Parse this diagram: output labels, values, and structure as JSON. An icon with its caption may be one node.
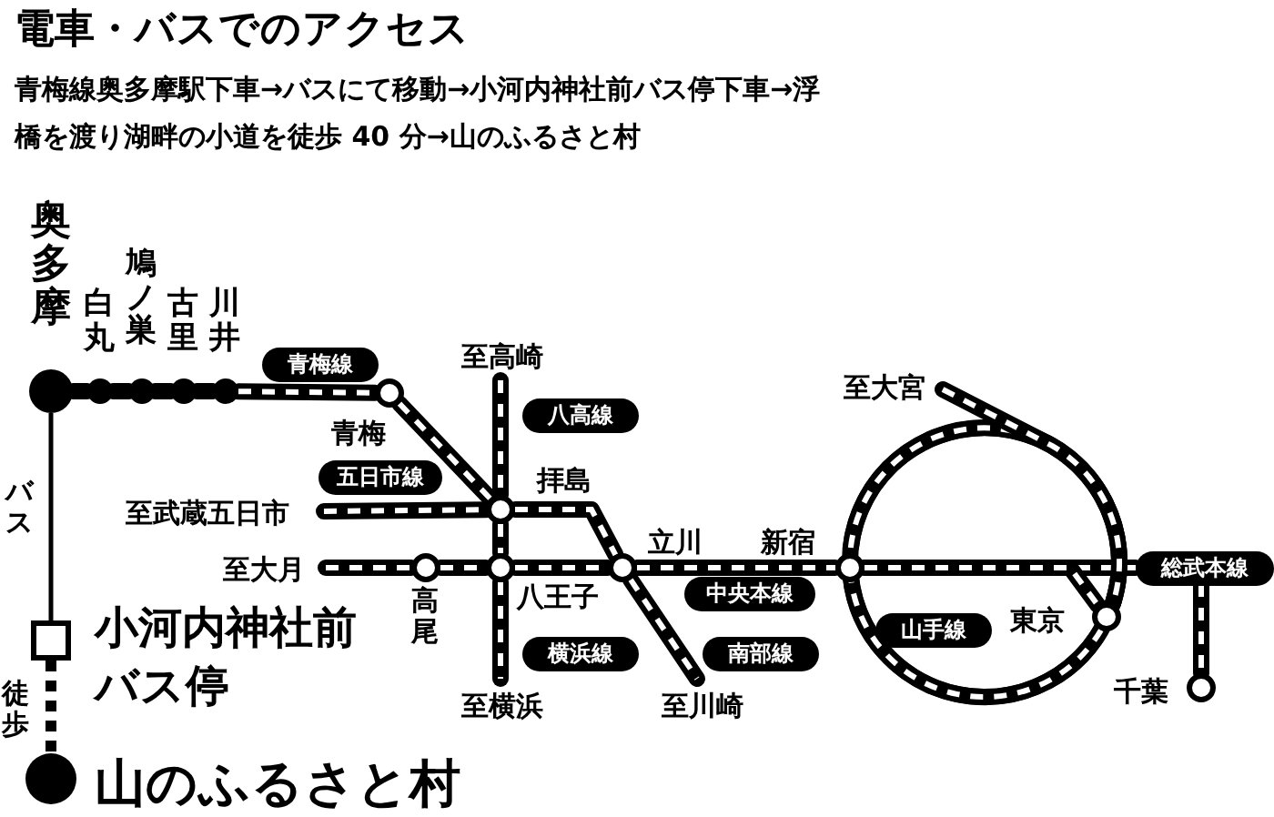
{
  "diagram": {
    "title": "電車・バスでのアクセス",
    "nodes": [
      {
        "text": [],
        "shape": "circle",
        "beside": [
          "奥多摩"
        ]
      },
      {
        "text": [],
        "shape": "circle",
        "beside": [
          "白丸"
        ]
      },
      {
        "text": [],
        "shape": "circle",
        "beside": [
          "鳩ノ巣"
        ]
      },
      {
        "text": [],
        "shape": "circle",
        "beside": [
          "古里"
        ]
      },
      {
        "text": [],
        "shape": "circle",
        "beside": [
          "川井"
        ]
      },
      {
        "text": [],
        "shape": "circle",
        "beside": [
          "青梅"
        ]
      },
      {
        "text": [
          "至高崎"
        ]
      },
      {
        "text": [
          "至武蔵五日市"
        ]
      },
      {
        "text": [],
        "shape": "circle",
        "beside": [
          "拝島"
        ]
      },
      {
        "text": [
          "至大月"
        ]
      },
      {
        "text": [],
        "shape": "circle",
        "beside": [
          "高尾"
        ]
      },
      {
        "text": [],
        "shape": "circle",
        "beside": [
          "八王子"
        ]
      },
      {
        "text": [],
        "shape": "circle",
        "beside": [
          "立川"
        ]
      },
      {
        "text": [],
        "shape": "circle",
        "beside": [
          "新宿"
        ]
      },
      {
        "text": [
          "至横浜"
        ]
      },
      {
        "text": [
          "至川崎"
        ]
      },
      {
        "text": [
          "至大宮"
        ]
      },
      {
        "text": [],
        "shape": "circle",
        "beside": [
          "東京"
        ]
      },
      {
        "text": [],
        "shape": "circle",
        "beside": [
          "千葉"
        ]
      },
      {
        "text": [],
        "shape": "box",
        "beside": [
          "小河内神社前バス停"
        ]
      },
      {
        "text": [],
        "shape": "circle",
        "beside": [
          "山のふるさと村"
        ]
      },
      {
        "text": [
          "青梅線"
        ]
      },
      {
        "text": [
          "八高線"
        ]
      },
      {
        "text": [
          "五日市線"
        ]
      },
      {
        "text": [
          "中央本線"
        ]
      },
      {
        "text": [
          "横浜線"
        ]
      },
      {
        "text": [
          "南部線"
        ]
      },
      {
        "text": [
          "山手線"
        ]
      },
      {
        "text": [
          "総武本線"
        ]
      }
    ],
    "edges": [
      {
        "from": 0,
        "to": 1,
        "arrow": "none"
      },
      {
        "from": 1,
        "to": 2,
        "arrow": "none"
      },
      {
        "from": 2,
        "to": 3,
        "arrow": "none"
      },
      {
        "from": 3,
        "to": 4,
        "arrow": "none"
      },
      {
        "from": 4,
        "to": 5,
        "arrow": "none"
      },
      {
        "from": 5,
        "to": 8,
        "arrow": "none"
      },
      {
        "from": 6,
        "to": 8,
        "arrow": "none"
      },
      {
        "from": 7,
        "to": 8,
        "arrow": "none"
      },
      {
        "from": 8,
        "to": 12,
        "arrow": "none"
      },
      {
        "from": 9,
        "to": 10,
        "arrow": "none"
      },
      {
        "from": 10,
        "to": 11,
        "arrow": "none"
      },
      {
        "from": 11,
        "to": 12,
        "arrow": "none"
      },
      {
        "from": 8,
        "to": 11,
        "arrow": "none"
      },
      {
        "from": 11,
        "to": 14,
        "arrow": "none"
      },
      {
        "from": 12,
        "to": 15,
        "arrow": "none"
      },
      {
        "from": 12,
        "to": 13,
        "arrow": "none"
      },
      {
        "from": 13,
        "to": 28,
        "arrow": "none"
      },
      {
        "from": 13,
        "to": 17,
        "arrow": "none"
      },
      {
        "from": 13,
        "to": 17,
        "arrow": "none"
      },
      {
        "from": 17,
        "to": 13,
        "arrow": "none"
      },
      {
        "from": 16,
        "to": 17,
        "arrow": "none"
      },
      {
        "from": 28,
        "to": 18,
        "arrow": "none"
      },
      {
        "from": 0,
        "to": 19,
        "label": "バス",
        "arrow": "none",
        "color": "#000000"
      },
      {
        "from": 19,
        "to": 20,
        "label": "徒歩",
        "arrow": "none",
        "style": "dashed"
      }
    ],
    "labels": [
      "青梅線奥多摩駅下車→バスにて移動→小河内神社前バス停下車→浮橋を渡り湖畔の小道を徒歩 40 分→山のふるさと村"
    ]
  }
}
